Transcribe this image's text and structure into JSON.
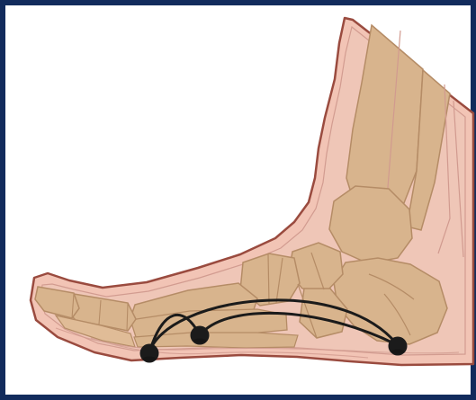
{
  "diagram": {
    "colors": {
      "frame": "#122b5c",
      "background": "#ffffff",
      "skin": "#f2c4b5",
      "skin_outline": "#9a4b3f",
      "inner_tissue": "#efc7b8",
      "bone": "#d8b48d",
      "bone_outline": "#b58c66",
      "soft_lines": "#d19a8f",
      "marker": "#1b1b1b",
      "arc": "#1b1b1b"
    },
    "markers": [
      {
        "name": "marker-forefoot"
      },
      {
        "name": "marker-midfoot"
      },
      {
        "name": "marker-heel"
      }
    ]
  }
}
